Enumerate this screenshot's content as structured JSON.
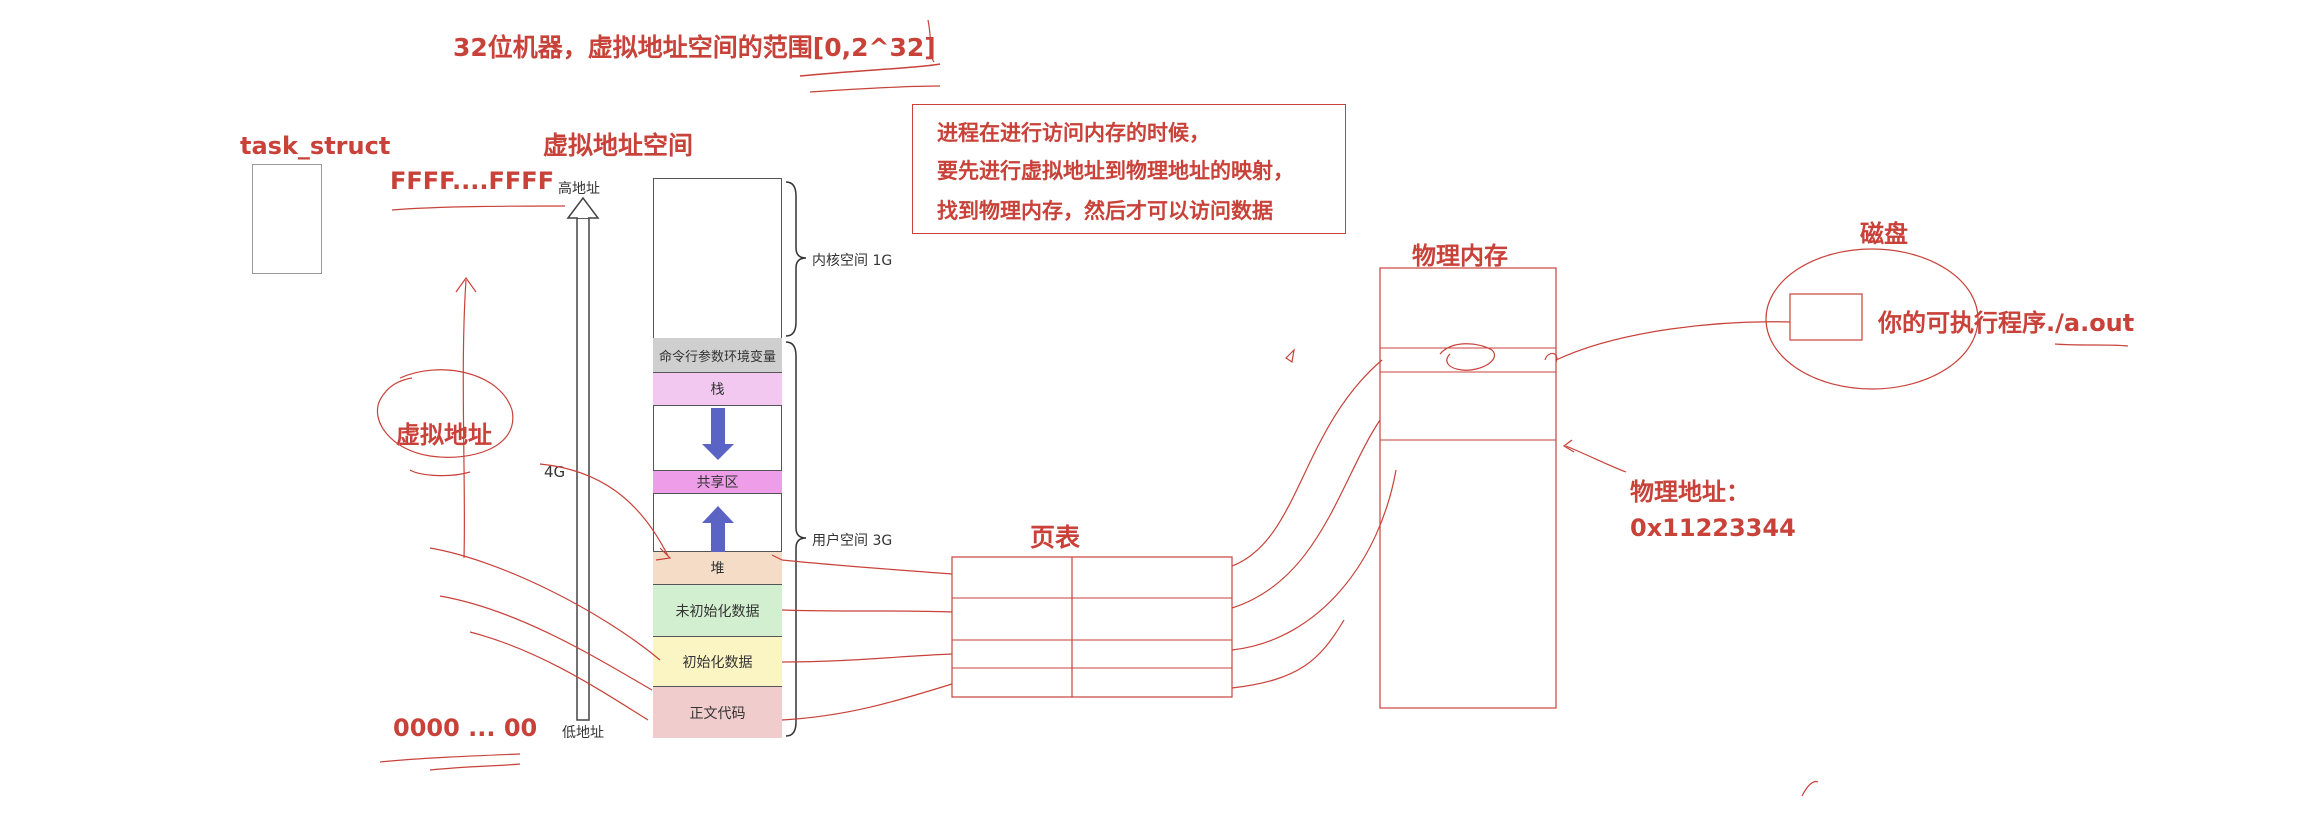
{
  "header": {
    "title": "32位机器，虚拟地址空间的范围[0,2^32]"
  },
  "task_struct": {
    "label": "task_struct"
  },
  "virtual_space": {
    "title": "虚拟地址空间",
    "top_address": "FFFF....FFFF",
    "bottom_address": "0000 ... 00",
    "high_label": "高地址",
    "low_label": "低地址",
    "size_label": "4G",
    "kernel_label": "内核空间 1G",
    "user_label": "用户空间 3G",
    "segments": [
      {
        "label": "命令行参数环境变量",
        "color": "#cfcfcf"
      },
      {
        "label": "栈",
        "color": "#f2c8f0"
      },
      {
        "label": "共享区",
        "color": "#ee9de8"
      },
      {
        "label": "堆",
        "color": "#f5dcc6"
      },
      {
        "label": "未初始化数据",
        "color": "#d2efcf"
      },
      {
        "label": "初始化数据",
        "color": "#fbf5c4"
      },
      {
        "label": "正文代码",
        "color": "#f0cccc"
      }
    ]
  },
  "virtual_address": {
    "label": "虚拟地址"
  },
  "note": {
    "lines": [
      "进程在进行访问内存的时候，",
      "要先进行虚拟地址到物理地址的映射，",
      "找到物理内存，然后才可以访问数据"
    ]
  },
  "page_table": {
    "label": "页表"
  },
  "physical_memory": {
    "label": "物理内存"
  },
  "physical_address": {
    "label": "物理地址：",
    "value": "0x11223344"
  },
  "disk": {
    "label": "磁盘",
    "program": "你的可执行程序./a.out"
  },
  "colors": {
    "accent": "#c8423a",
    "arrow_blue": "#5b63c4"
  }
}
